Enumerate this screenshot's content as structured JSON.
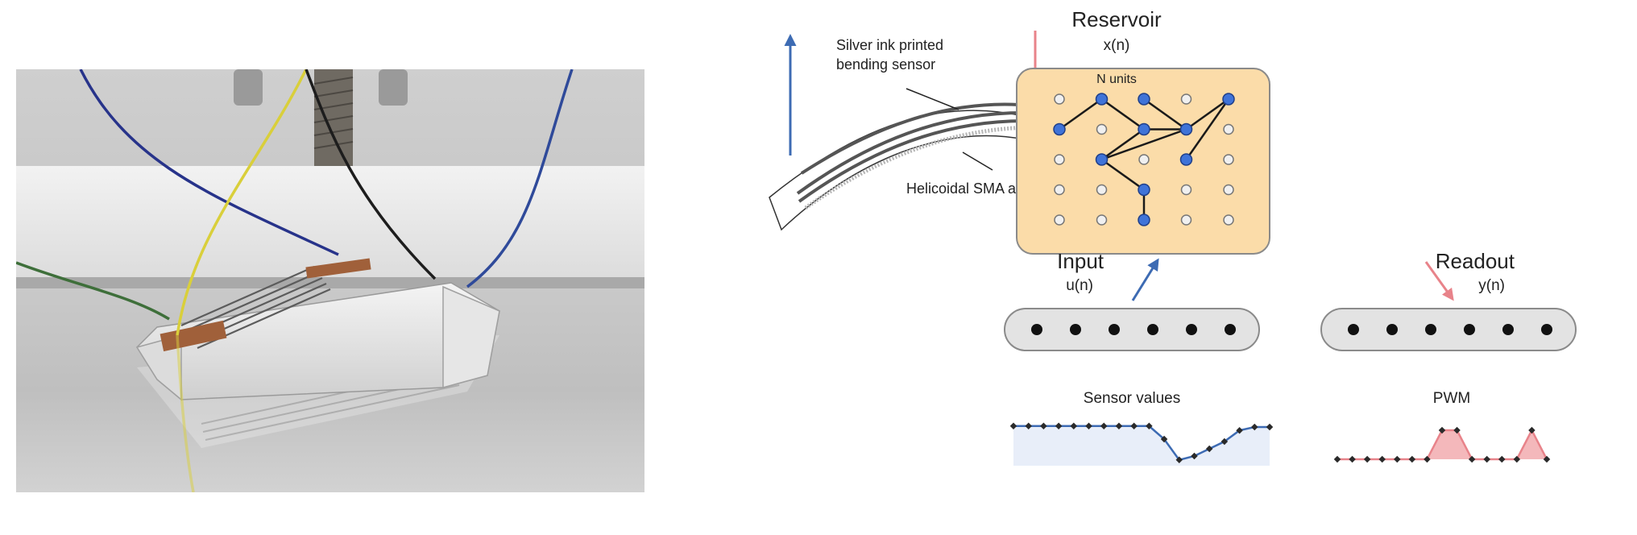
{
  "colors": {
    "blue": "#3d6bb3",
    "pink": "#e8838a",
    "node_blue": "#3f73d8",
    "reservoir_fill": "#fbdca9",
    "reservoir_stroke": "#8a8a8a",
    "pill_fill": "#e3e3e3",
    "sensor_fill": "#e8eef9",
    "pwm_fill": "#f4b8bb"
  },
  "sensor_labels": {
    "printed": "Silver ink printed\nbending sensor",
    "actuator": "Helicoidal SMA actuator"
  },
  "reservoir": {
    "title": "Reservoir",
    "state": "x(n)",
    "units_label": "N units",
    "grid": {
      "rows": 5,
      "cols": 5
    },
    "active_nodes": [
      [
        0,
        1
      ],
      [
        0,
        2
      ],
      [
        0,
        4
      ],
      [
        1,
        0
      ],
      [
        1,
        2
      ],
      [
        1,
        3
      ],
      [
        2,
        1
      ],
      [
        2,
        3
      ],
      [
        3,
        2
      ],
      [
        4,
        2
      ]
    ],
    "edges": [
      [
        [
          1,
          0
        ],
        [
          0,
          1
        ]
      ],
      [
        [
          0,
          1
        ],
        [
          1,
          2
        ]
      ],
      [
        [
          0,
          2
        ],
        [
          1,
          3
        ]
      ],
      [
        [
          1,
          2
        ],
        [
          1,
          3
        ]
      ],
      [
        [
          0,
          4
        ],
        [
          1,
          3
        ]
      ],
      [
        [
          0,
          4
        ],
        [
          2,
          3
        ]
      ],
      [
        [
          1,
          3
        ],
        [
          2,
          1
        ]
      ],
      [
        [
          1,
          2
        ],
        [
          2,
          1
        ]
      ],
      [
        [
          2,
          1
        ],
        [
          3,
          2
        ]
      ],
      [
        [
          3,
          2
        ],
        [
          4,
          2
        ]
      ]
    ]
  },
  "input": {
    "title": "Input",
    "signal": "u(n)",
    "dots": 6
  },
  "readout": {
    "title": "Readout",
    "signal": "y(n)",
    "dots": 6
  },
  "sensor_plot": {
    "title": "Sensor values",
    "values": [
      0.82,
      0.82,
      0.82,
      0.82,
      0.82,
      0.82,
      0.82,
      0.82,
      0.82,
      0.82,
      0.55,
      0.12,
      0.2,
      0.35,
      0.5,
      0.73,
      0.8,
      0.8
    ]
  },
  "pwm_plot": {
    "title": "PWM",
    "values": [
      0.05,
      0.05,
      0.05,
      0.05,
      0.05,
      0.05,
      0.05,
      0.95,
      0.95,
      0.05,
      0.05,
      0.05,
      0.05,
      0.95,
      0.05
    ]
  }
}
